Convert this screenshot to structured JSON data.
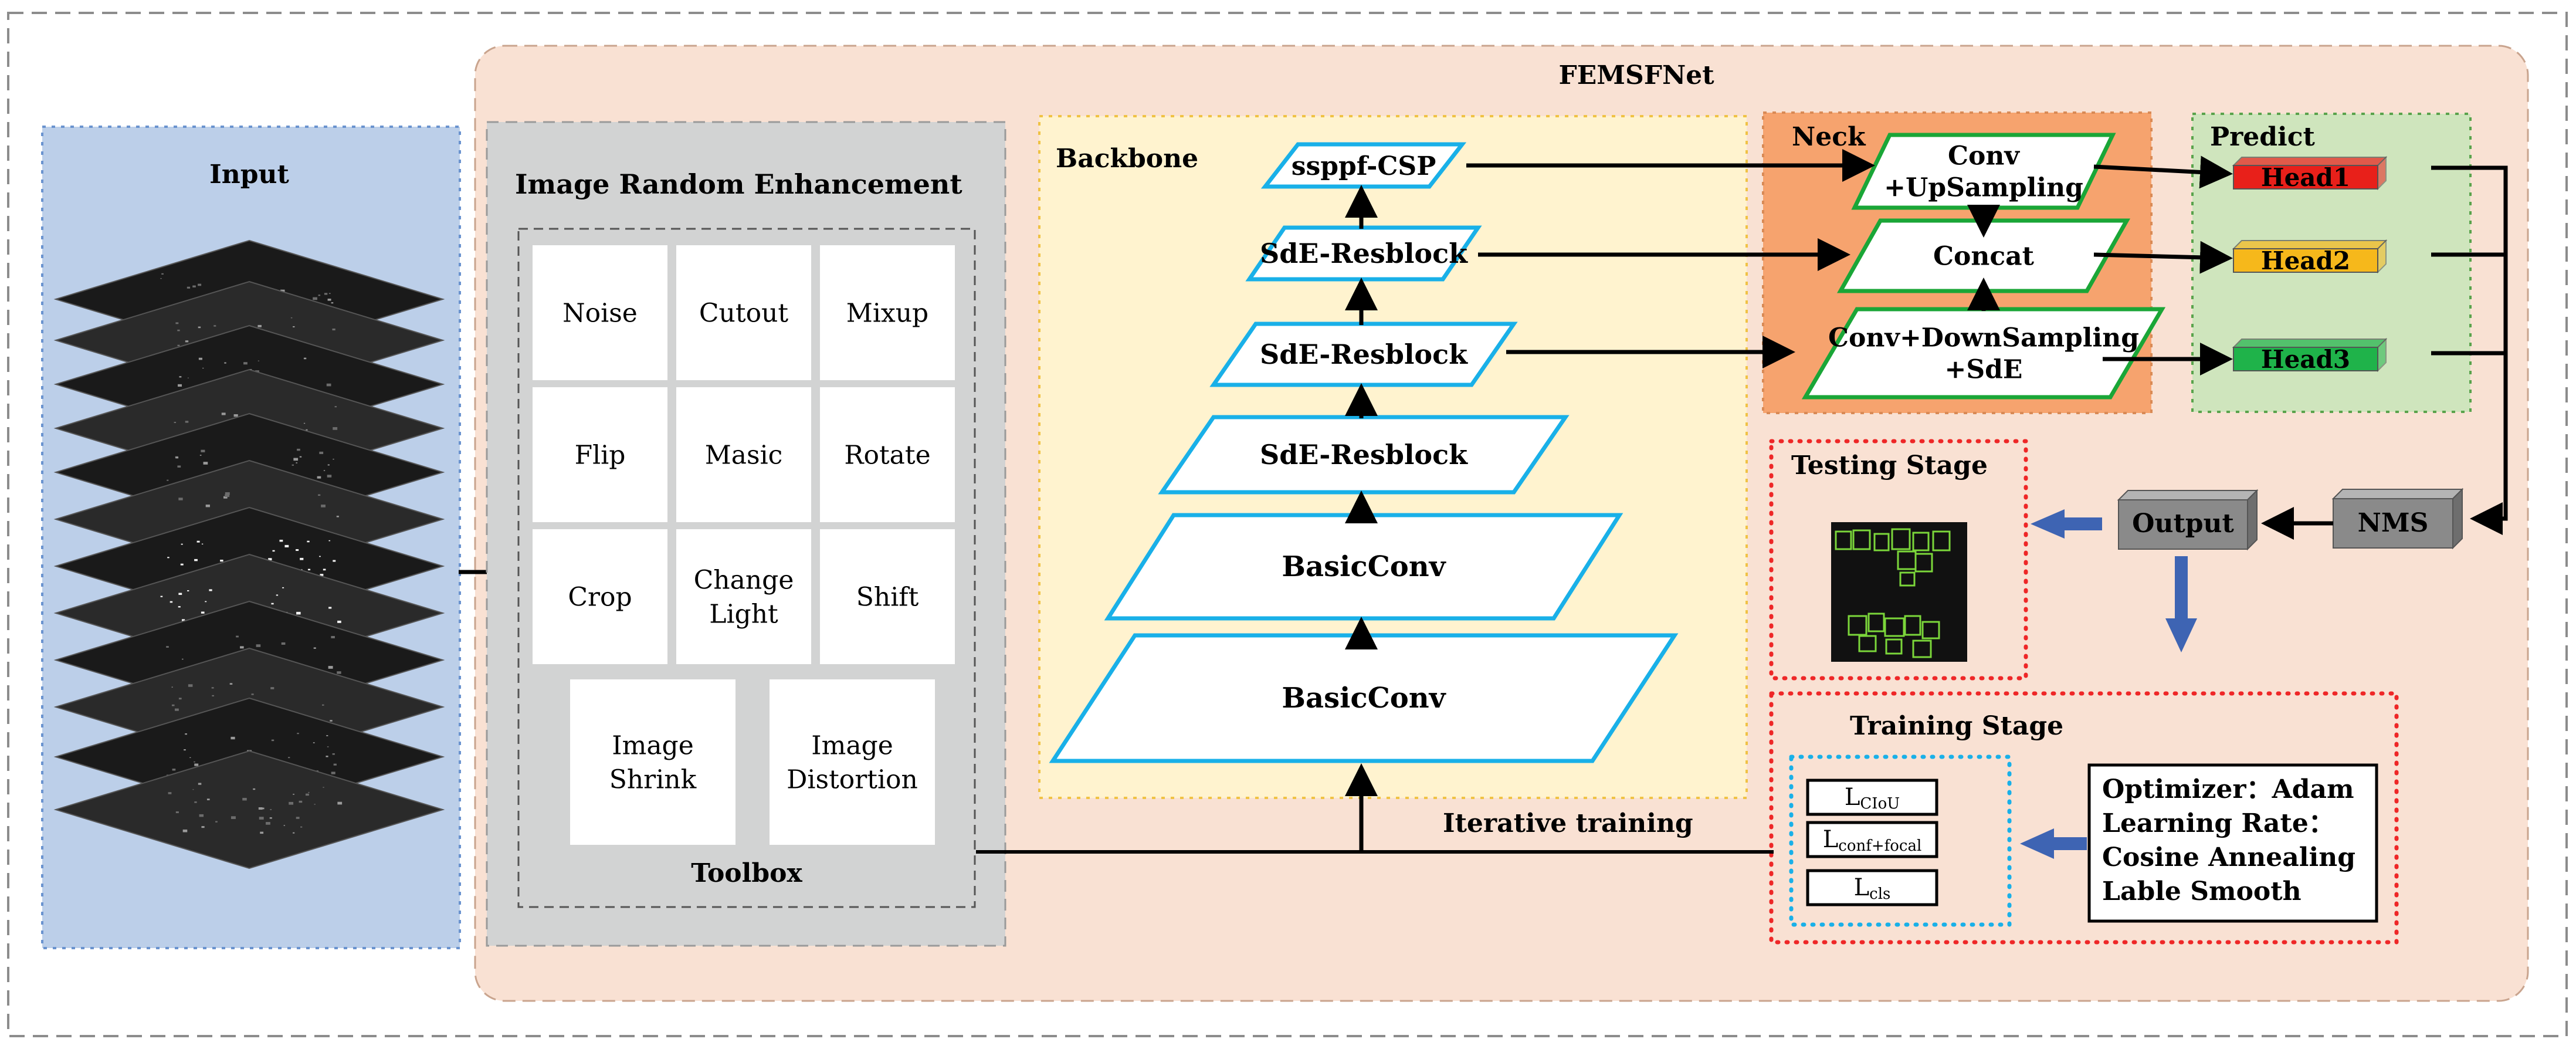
{
  "title": "FEMSFNet",
  "input": {
    "label": "Input"
  },
  "enhancement": {
    "title": "Image Random Enhancement",
    "toolbox_label": "Toolbox",
    "tiles": [
      [
        "Noise"
      ],
      [
        "Cutout"
      ],
      [
        "Mixup"
      ],
      [
        "Flip"
      ],
      [
        "Masic"
      ],
      [
        "Rotate"
      ],
      [
        "Crop"
      ],
      [
        "Change",
        "Light"
      ],
      [
        "Shift"
      ]
    ],
    "wide_tiles": [
      [
        "Image",
        "Shrink"
      ],
      [
        "Image",
        "Distortion"
      ]
    ]
  },
  "backbone": {
    "label": "Backbone",
    "blocks": [
      "ssppf-CSP",
      "SdE-Resblock",
      "SdE-Resblock",
      "SdE-Resblock",
      "BasicConv",
      "BasicConv"
    ]
  },
  "neck": {
    "label": "Neck",
    "blocks": [
      [
        "Conv",
        "+UpSampling"
      ],
      [
        "Concat"
      ],
      [
        "Conv+DownSampling",
        "+SdE"
      ]
    ]
  },
  "predict": {
    "label": "Predict",
    "heads": [
      {
        "label": "Head1",
        "color": "#e8201a"
      },
      {
        "label": "Head2",
        "color": "#f6b81b"
      },
      {
        "label": "Head3",
        "color": "#1fb34a"
      }
    ]
  },
  "nms_label": "NMS",
  "output_label": "Output",
  "testing_label": "Testing Stage",
  "training": {
    "label": "Training Stage",
    "losses": [
      {
        "main": "L",
        "sub": "CIoU"
      },
      {
        "main": "L",
        "sub": "conf+focal"
      },
      {
        "main": "L",
        "sub": "cls"
      }
    ],
    "settings": [
      "Optimizer：Adam",
      "Learning Rate：",
      "Cosine Annealing",
      "Lable Smooth"
    ]
  },
  "iterative_label": "Iterative training",
  "colors": {
    "input_bg": "#bccfe9",
    "femsfnet_bg": "#f9e1d3",
    "enhancement_bg": "#d2d3d3",
    "backbone_bg": "#fff3cf",
    "neck_bg": "#f6a36e",
    "predict_bg": "#cfe5bd",
    "block_stroke": "#19b0e8",
    "neck_stroke": "#1aa637",
    "red_dotted": "#ee2727",
    "arrow_blue": "#3e64b3"
  }
}
